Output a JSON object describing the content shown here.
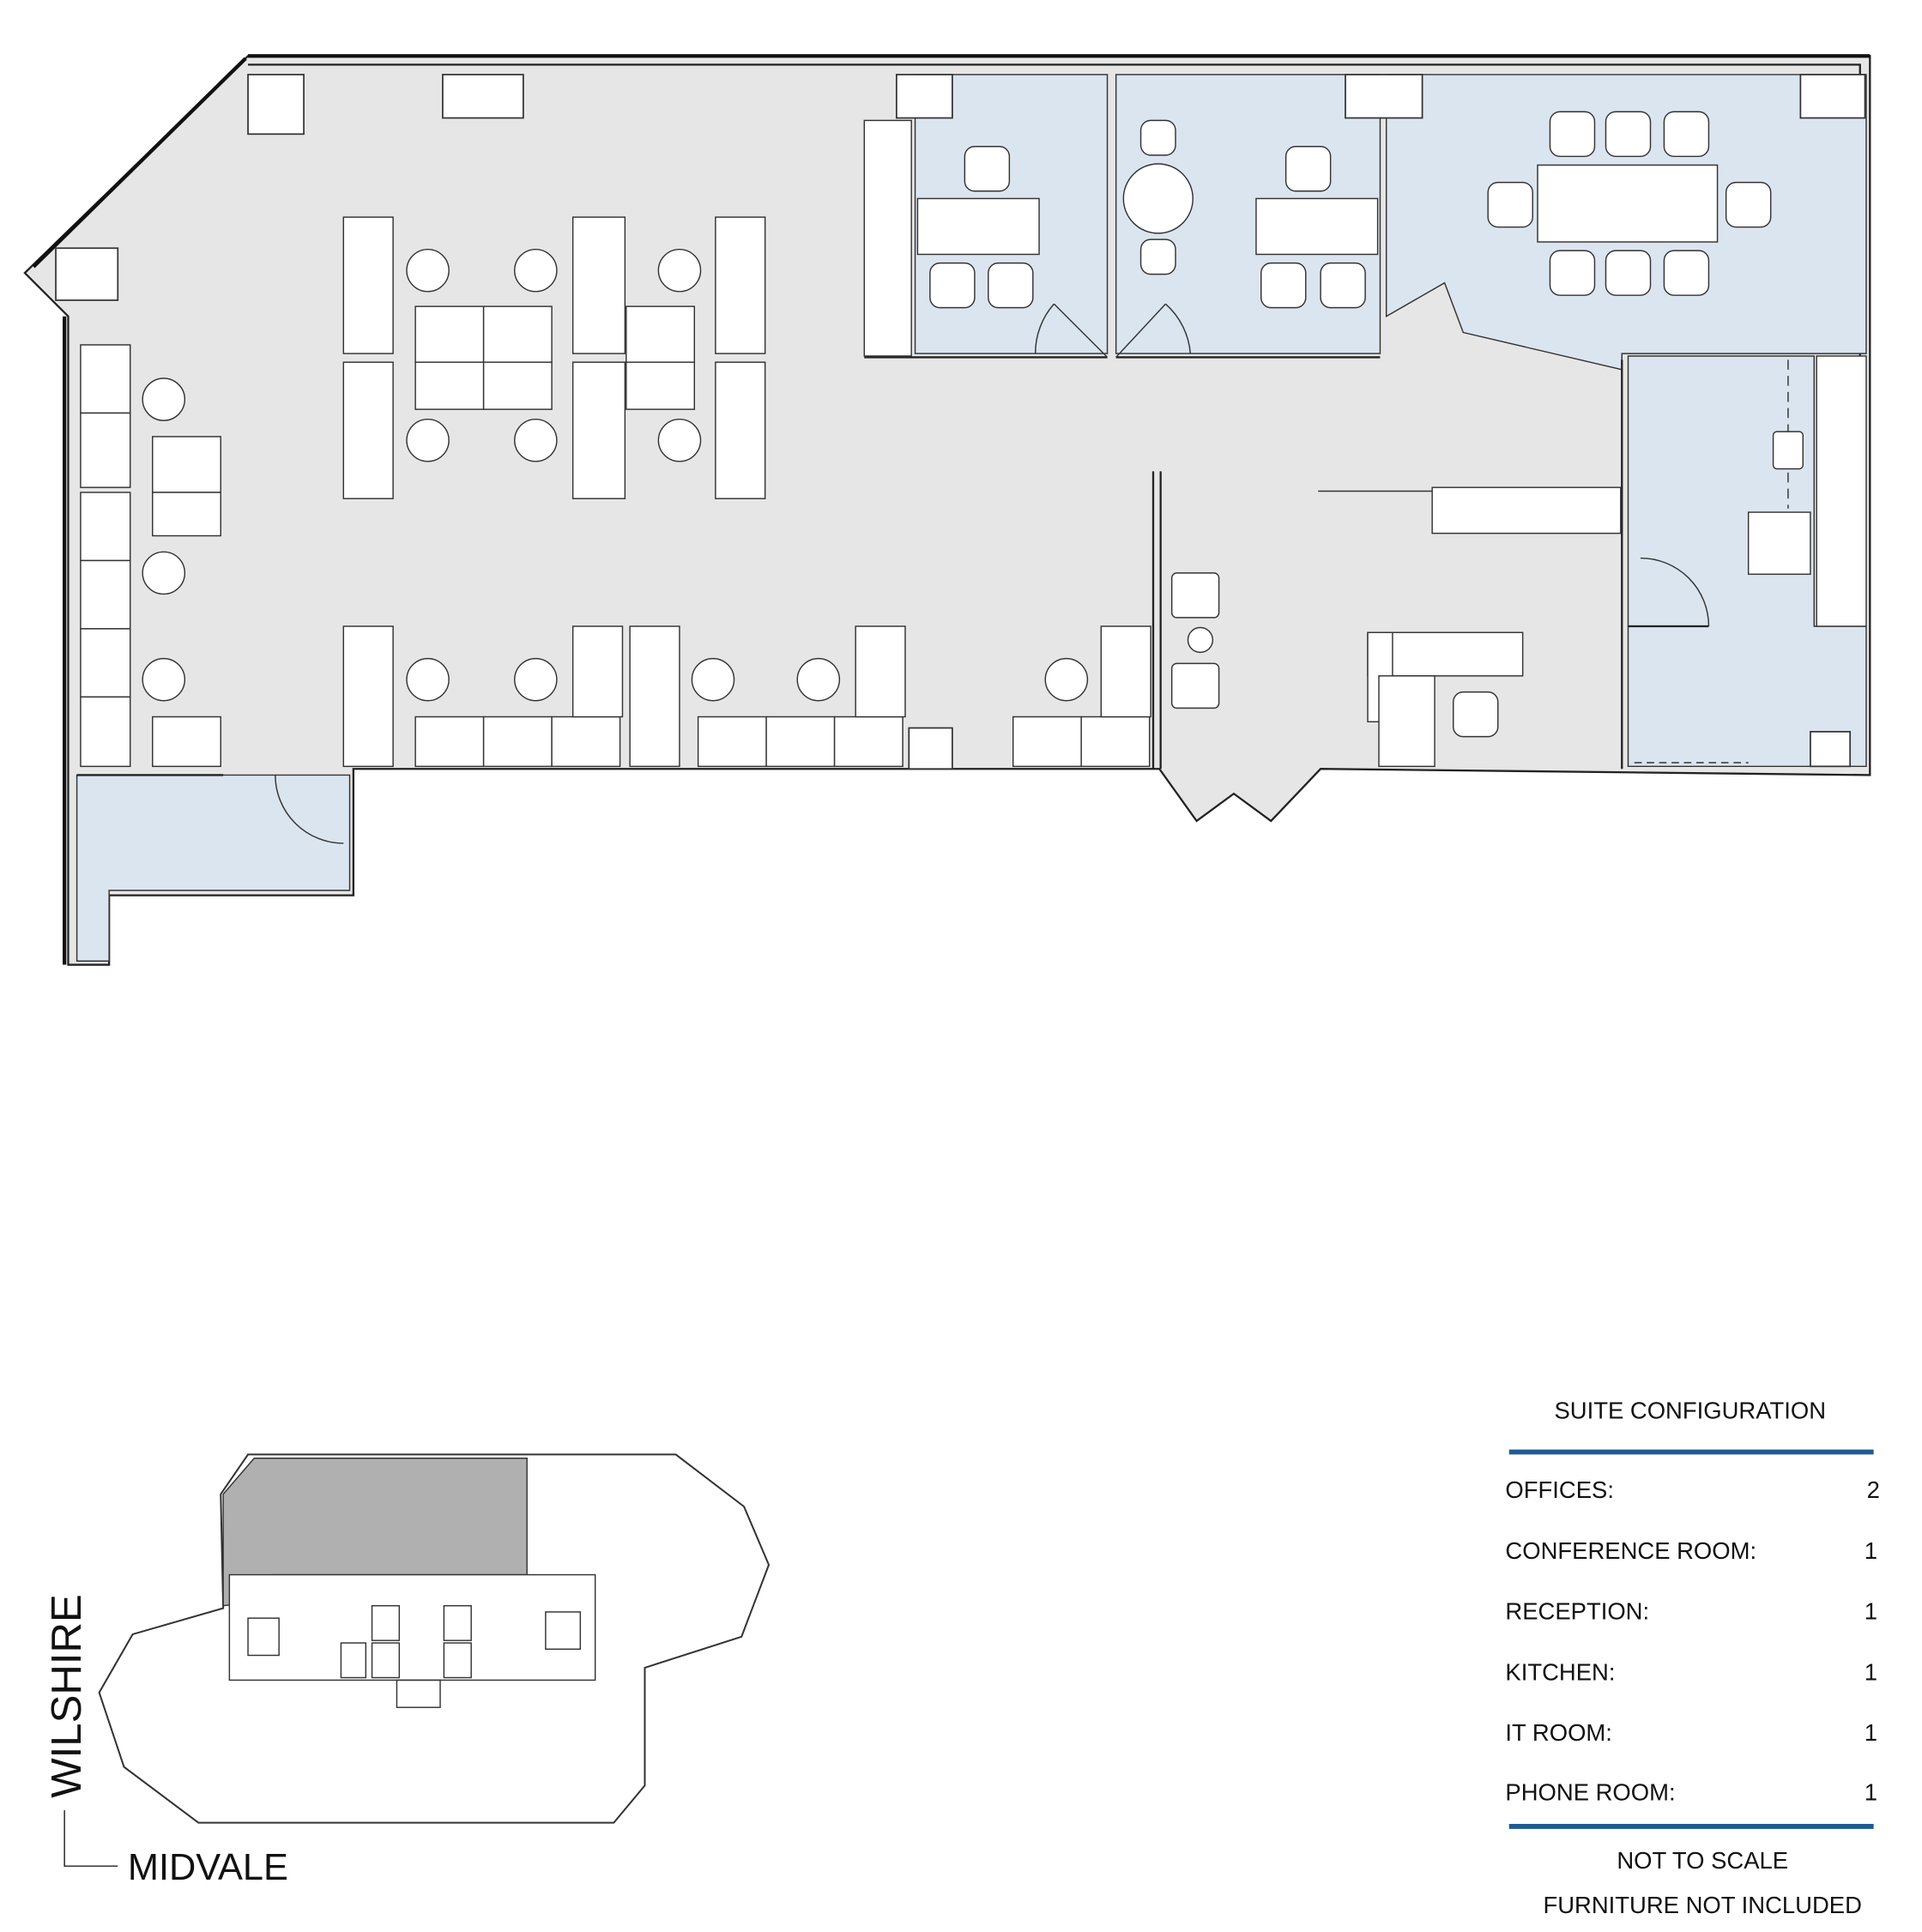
{
  "colors": {
    "floor": "#e6e6e6",
    "room_highlight": "#dbe5f0",
    "keyplan_suite": "#b0b0b0",
    "rule": "#1f5a96"
  },
  "legend": {
    "title": "SUITE CONFIGURATION",
    "rows": [
      {
        "label": "OFFICES:",
        "value": "2"
      },
      {
        "label": "CONFERENCE ROOM:",
        "value": "1"
      },
      {
        "label": "RECEPTION:",
        "value": "1"
      },
      {
        "label": "KITCHEN:",
        "value": "1"
      },
      {
        "label": "IT ROOM:",
        "value": "1"
      },
      {
        "label": "PHONE ROOM:",
        "value": "1"
      }
    ],
    "note1": "NOT TO SCALE",
    "note2": "FURNITURE NOT INCLUDED"
  },
  "keyplan": {
    "street_vertical": "WILSHIRE",
    "street_horizontal": "MIDVALE"
  }
}
